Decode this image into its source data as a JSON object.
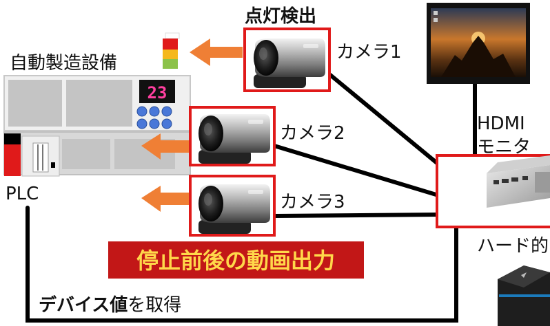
{
  "labels": {
    "detect_title": "点灯検出",
    "equipment": "自動製造設備",
    "plc": "PLC",
    "camera1": "カメラ1",
    "camera2": "カメラ2",
    "camera3": "カメラ3",
    "hdmi": "HDMI",
    "monitor": "モニタ",
    "hardware": "ハード的",
    "banner": "停止前後の動画出力",
    "bottom_bold": "デバイス値",
    "bottom_rest": "を取得",
    "display_digits": "23"
  },
  "colors": {
    "accent_orange": "#ef7f35",
    "highlight_red": "#e01a1a",
    "banner_bg": "#c21717",
    "banner_text": "#ffd84a",
    "panel_blue": "#4a78d8",
    "digits": "#ff3fa0"
  },
  "icons": [
    "camera-icon",
    "signal-tower-icon",
    "monitor-icon",
    "mini-pc-icon",
    "arrow-icon"
  ]
}
